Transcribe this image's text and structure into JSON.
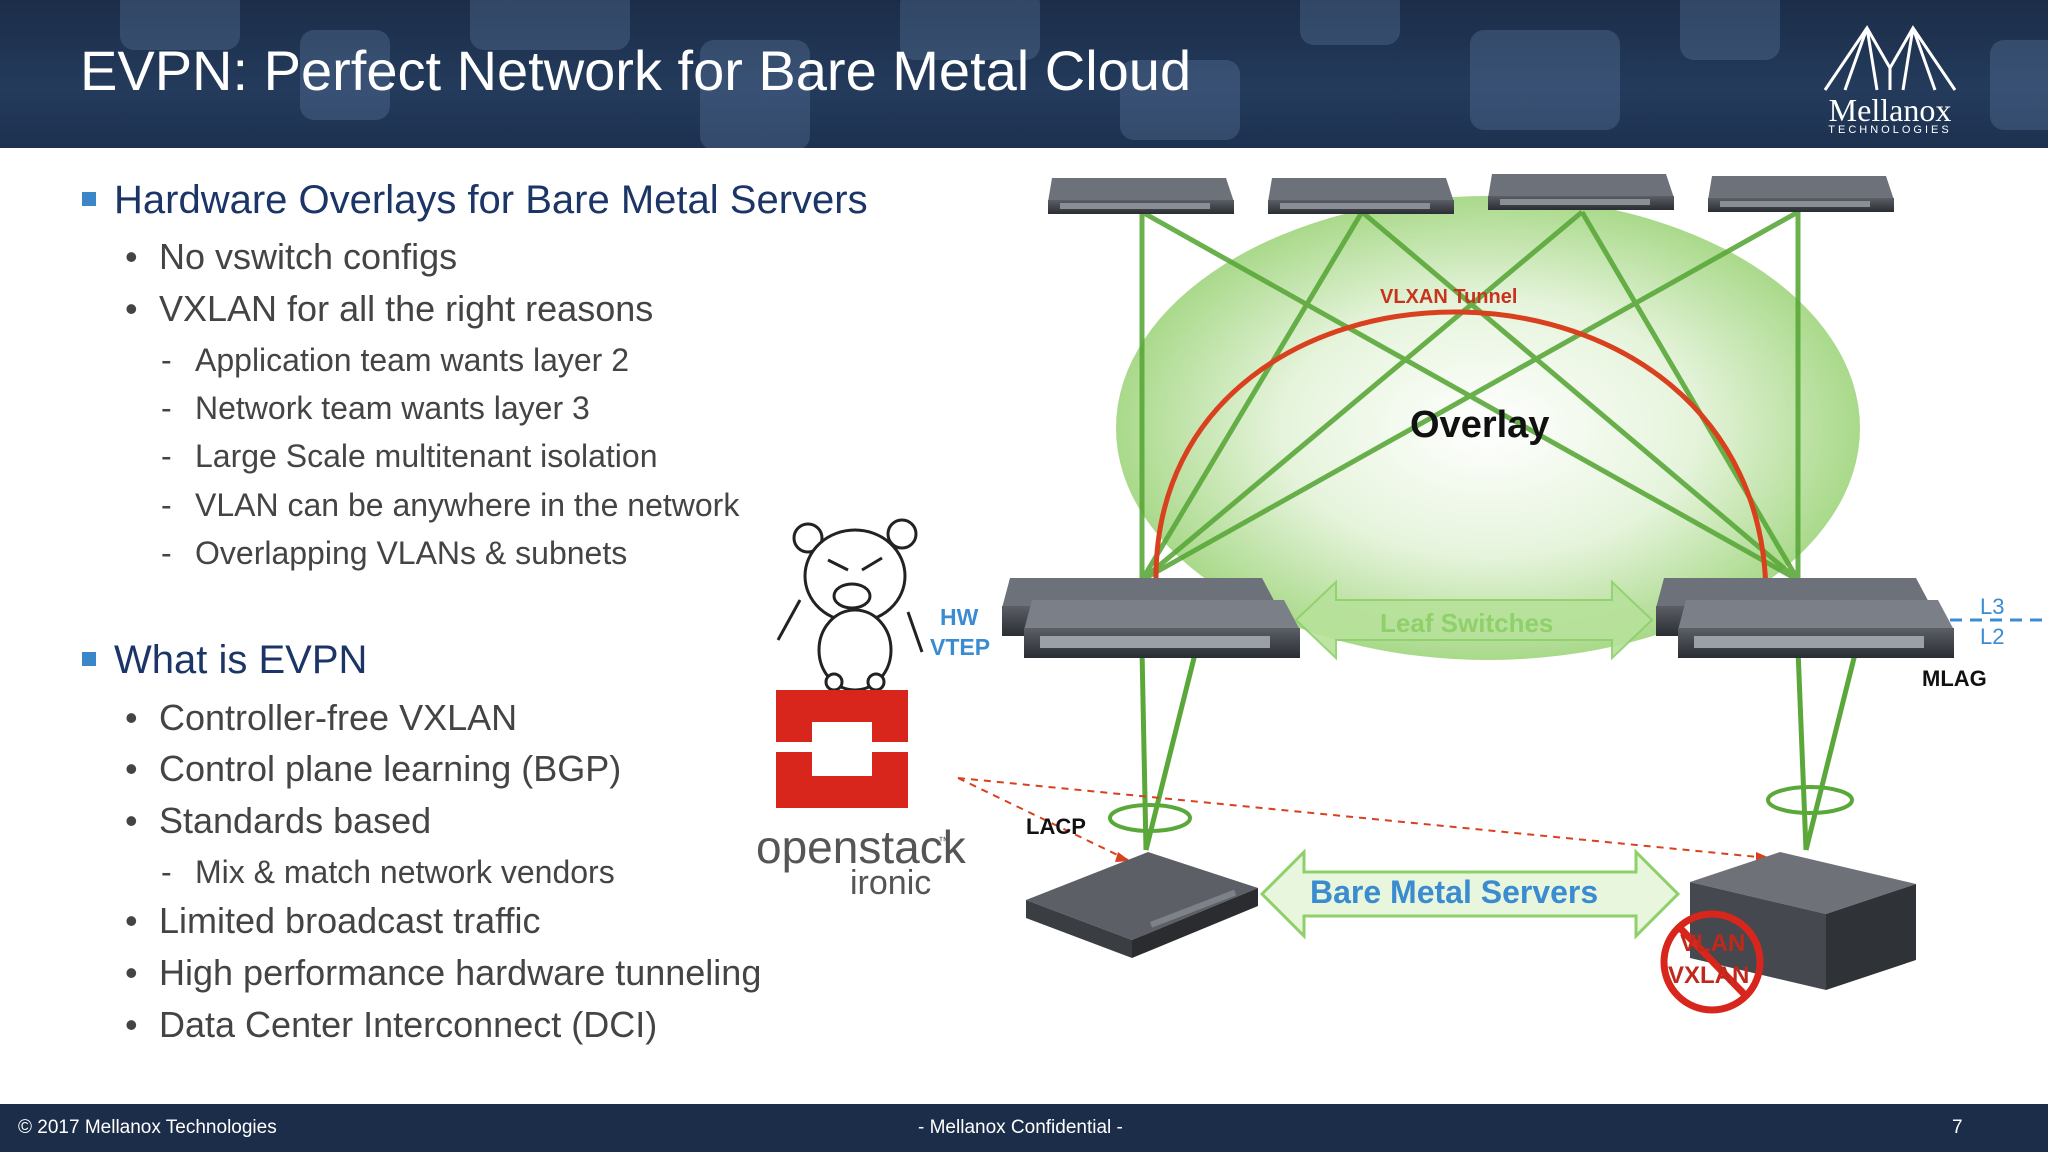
{
  "slide": {
    "title": "EVPN: Perfect Network for Bare Metal Cloud",
    "logo": {
      "word": "Mellanox",
      "sub": "TECHNOLOGIES"
    }
  },
  "content": {
    "section1": {
      "heading": "Hardware Overlays for Bare Metal Servers",
      "bullets": [
        "No vswitch configs",
        "VXLAN for all the right reasons"
      ],
      "subbullets": [
        "Application team wants layer 2",
        "Network team wants layer 3",
        "Large Scale multitenant isolation",
        "VLAN can be anywhere in the network",
        "Overlapping VLANs & subnets"
      ]
    },
    "section2": {
      "heading": "What is EVPN",
      "bullets": [
        "Controller-free VXLAN",
        "Control plane learning (BGP)",
        "Standards based",
        "Limited broadcast traffic",
        "High performance hardware tunneling",
        "Data Center Interconnect (DCI)"
      ],
      "subbullets": [
        "Mix & match network vendors"
      ]
    }
  },
  "diagram": {
    "tunnel_label": "VLXAN Tunnel",
    "overlay_label": "Overlay",
    "leaf_label": "Leaf Switches",
    "bare_metal_label": "Bare Metal Servers",
    "hw_vtep_line1": "HW",
    "hw_vtep_line2": "VTEP",
    "l3_label": "L3",
    "l2_label": "L2",
    "mlag_label": "MLAG",
    "lacp_label": "LACP",
    "openstack_word": "openstack",
    "openstack_tm": "™",
    "openstack_sub": "ironic",
    "no_vlan_line1": "VLAN",
    "no_vlan_line2": "VXLAN",
    "colors": {
      "link_green": "#5aa83a",
      "tunnel_red": "#d9401e",
      "arrow_green": "#8fd06b",
      "label_blue": "#3a8bd0",
      "overlay_green": "#9bd37a"
    }
  },
  "footer": {
    "copyright": "© 2017 Mellanox Technologies",
    "confidential": "- Mellanox Confidential -",
    "page": "7"
  }
}
